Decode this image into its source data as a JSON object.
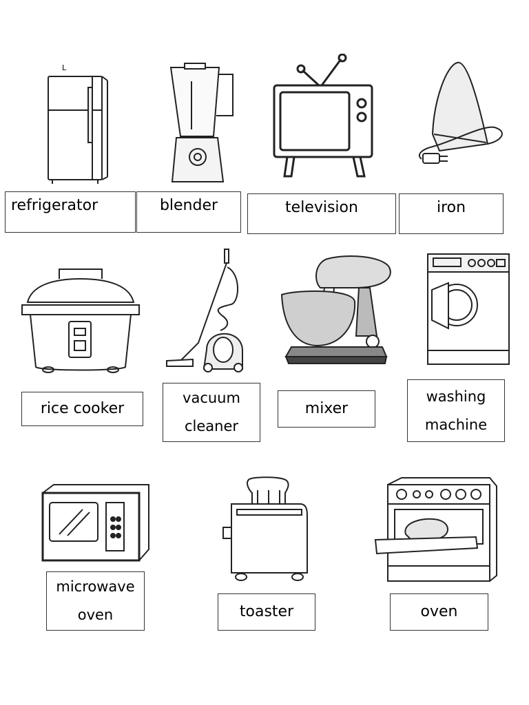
{
  "stray_mark": "L",
  "items": [
    {
      "label": "refrigerator",
      "icon": "refrigerator-icon"
    },
    {
      "label": "blender",
      "icon": "blender-icon"
    },
    {
      "label": "television",
      "icon": "television-icon"
    },
    {
      "label": "iron",
      "icon": "iron-icon"
    },
    {
      "label": "rice cooker",
      "icon": "rice-cooker-icon"
    },
    {
      "label": "vacuum\ncleaner",
      "icon": "vacuum-cleaner-icon"
    },
    {
      "label": "mixer",
      "icon": "mixer-icon"
    },
    {
      "label": "washing\nmachine",
      "icon": "washing-machine-icon"
    },
    {
      "label": "microwave\noven",
      "icon": "microwave-oven-icon"
    },
    {
      "label": "toaster",
      "icon": "toaster-icon"
    },
    {
      "label": "oven",
      "icon": "oven-icon"
    }
  ]
}
